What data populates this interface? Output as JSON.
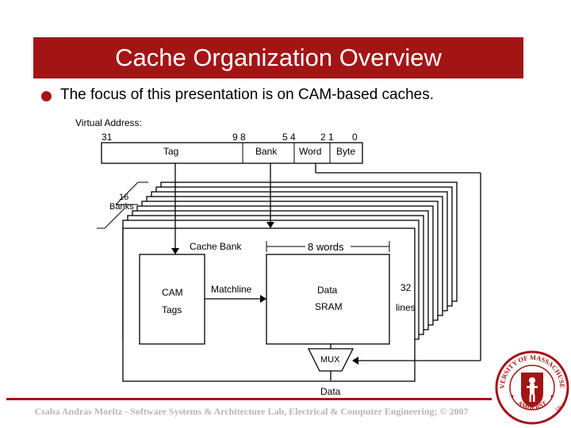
{
  "slide": {
    "title": "Cache Organization Overview",
    "bullet": "The focus of this presentation is on CAM-based caches."
  },
  "diagram": {
    "virtual_address_label": "Virtual Address:",
    "bit_31": "31",
    "bit_9_8": "9 8",
    "bit_5_4": "5 4",
    "bit_2_1": "2 1",
    "bit_0": "0",
    "fields": {
      "tag": "Tag",
      "bank": "Bank",
      "word": "Word",
      "byte": "Byte"
    },
    "banks_label_line1": "16",
    "banks_label_line2": "Banks",
    "cache_bank": "Cache Bank",
    "words": "8 words",
    "cam": "CAM",
    "tags": "Tags",
    "matchline": "Matchline",
    "data": "Data",
    "sram": "SRAM",
    "lines_count": "32",
    "lines": "lines",
    "mux": "MUX",
    "data_out": "Data"
  },
  "footer": "Csaba Andras Moritz - Software Systems & Architecture Lab, Electrical & Computer Engineering; © 2007",
  "logo": {
    "name": "university-of-massachusetts-seal",
    "text_top": "UNIVERSITY OF MASSACHUSETTS",
    "text_bottom": "AMHERST",
    "year": "1863",
    "color": "#a31515"
  },
  "colors": {
    "accent": "#a31515",
    "footer_text": "#b6b6b6"
  }
}
